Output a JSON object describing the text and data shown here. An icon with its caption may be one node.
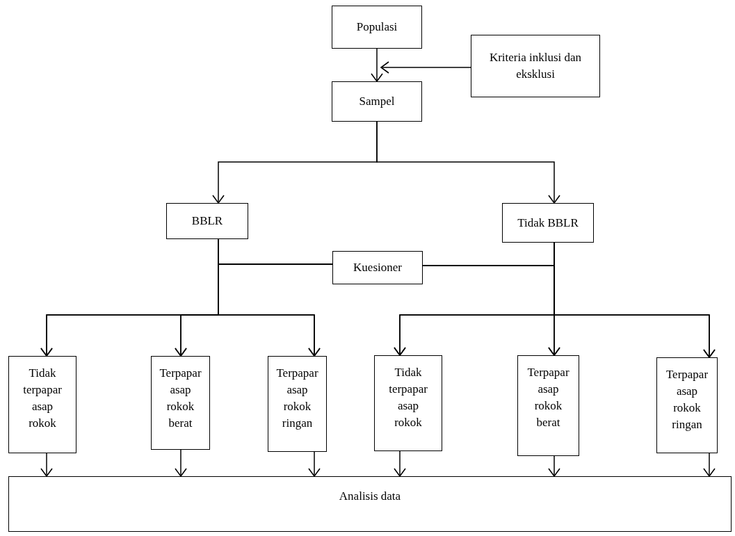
{
  "diagram": {
    "nodes": [
      {
        "text": [
          "Populasi"
        ]
      },
      {
        "text": [
          "Kriteria inklusi dan eksklusi"
        ]
      },
      {
        "text": [
          "Sampel"
        ]
      },
      {
        "text": [
          "BBLR"
        ]
      },
      {
        "text": [
          "Tidak BBLR"
        ]
      },
      {
        "text": [
          "Kuesioner"
        ]
      },
      {
        "text": [
          "Tidak terpapar asap rokok"
        ]
      },
      {
        "text": [
          "Terpapar asap rokok berat"
        ]
      },
      {
        "text": [
          "Terpapar asap rokok ringan"
        ]
      },
      {
        "text": [
          "Tidak terpapar asap rokok"
        ]
      },
      {
        "text": [
          "Terpapar asap rokok berat"
        ]
      },
      {
        "text": [
          "Terpapar asap rokok ringan"
        ]
      },
      {
        "text": [
          "Analisis data"
        ]
      }
    ],
    "edges": [
      {
        "from": 0,
        "to": 2,
        "arrow": "to"
      },
      {
        "from": 1,
        "to": 2,
        "arrow": "to"
      },
      {
        "from": 2,
        "to": 3,
        "arrow": "to"
      },
      {
        "from": 2,
        "to": 4,
        "arrow": "to"
      },
      {
        "from": 3,
        "to": 6,
        "arrow": "to"
      },
      {
        "from": 3,
        "to": 7,
        "arrow": "to"
      },
      {
        "from": 3,
        "to": 8,
        "arrow": "to"
      },
      {
        "from": 5,
        "to": 6,
        "arrow": "to"
      },
      {
        "from": 5,
        "to": 7,
        "arrow": "to"
      },
      {
        "from": 5,
        "to": 8,
        "arrow": "to"
      },
      {
        "from": 4,
        "to": 9,
        "arrow": "to"
      },
      {
        "from": 4,
        "to": 10,
        "arrow": "to"
      },
      {
        "from": 4,
        "to": 11,
        "arrow": "to"
      },
      {
        "from": 5,
        "to": 9,
        "arrow": "to"
      },
      {
        "from": 5,
        "to": 10,
        "arrow": "to"
      },
      {
        "from": 5,
        "to": 11,
        "arrow": "to"
      },
      {
        "from": 6,
        "to": 12,
        "arrow": "to"
      },
      {
        "from": 7,
        "to": 12,
        "arrow": "to"
      },
      {
        "from": 8,
        "to": 12,
        "arrow": "to"
      },
      {
        "from": 9,
        "to": 12,
        "arrow": "to"
      },
      {
        "from": 10,
        "to": 12,
        "arrow": "to"
      },
      {
        "from": 11,
        "to": 12,
        "arrow": "to"
      }
    ]
  }
}
